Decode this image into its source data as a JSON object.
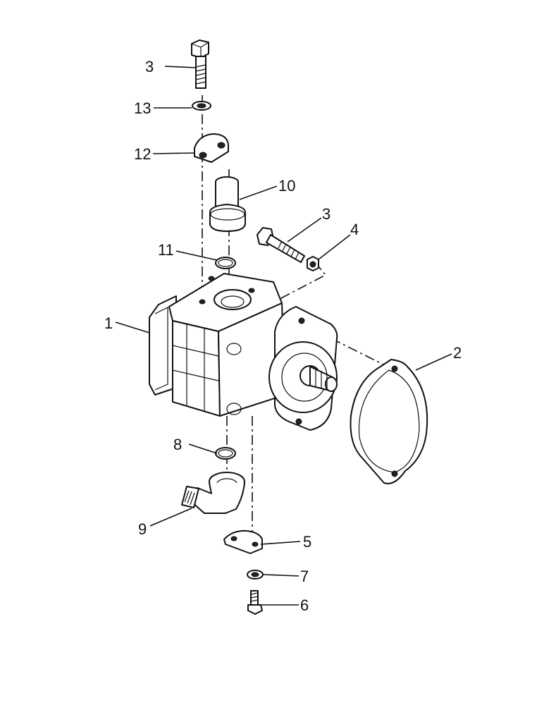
{
  "diagram": {
    "callouts": [
      {
        "id": "c1",
        "label": "1"
      },
      {
        "id": "c2",
        "label": "2"
      },
      {
        "id": "c3a",
        "label": "3"
      },
      {
        "id": "c3b",
        "label": "3"
      },
      {
        "id": "c4",
        "label": "4"
      },
      {
        "id": "c5",
        "label": "5"
      },
      {
        "id": "c6",
        "label": "6"
      },
      {
        "id": "c7",
        "label": "7"
      },
      {
        "id": "c8",
        "label": "8"
      },
      {
        "id": "c9",
        "label": "9"
      },
      {
        "id": "c10",
        "label": "10"
      },
      {
        "id": "c11",
        "label": "11"
      },
      {
        "id": "c12",
        "label": "12"
      },
      {
        "id": "c13",
        "label": "13"
      }
    ]
  }
}
